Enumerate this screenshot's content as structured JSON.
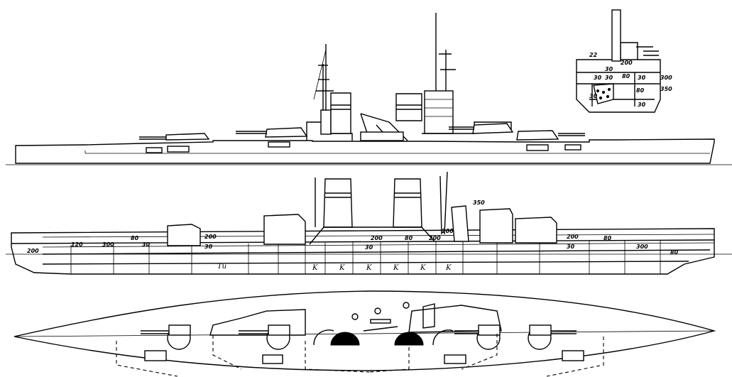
{
  "side_view_labels": {
    "k1": "K",
    "k2": "K",
    "k3": "K",
    "k4": "K",
    "k5": "K",
    "k6": "K",
    "tu": "Tu",
    "a350": "350",
    "a80_fwd": "80",
    "a80_aft": "80",
    "a120": "120",
    "a200_bow": "200",
    "a300_fwd": "300",
    "a30_fwd": "30",
    "a200_barbette_a": "200",
    "a30_barbette_a": "30",
    "a200_mid1": "200",
    "a30_mid": "30",
    "a80_mid": "80",
    "a200_mid2": "200",
    "a200_mid3": "200",
    "a200_barbette_c": "200",
    "a30_barbette_c": "30",
    "a300_aft": "300",
    "a80_stern": "80"
  },
  "section_labels": {
    "s200a": "200",
    "s30a": "30",
    "s30b": "30",
    "s30c": "30",
    "s300": "300",
    "s350": "350",
    "s30d": "30",
    "s80": "80",
    "s30e": "30",
    "s80b": "80",
    "s30f": "30",
    "s22": "22"
  }
}
